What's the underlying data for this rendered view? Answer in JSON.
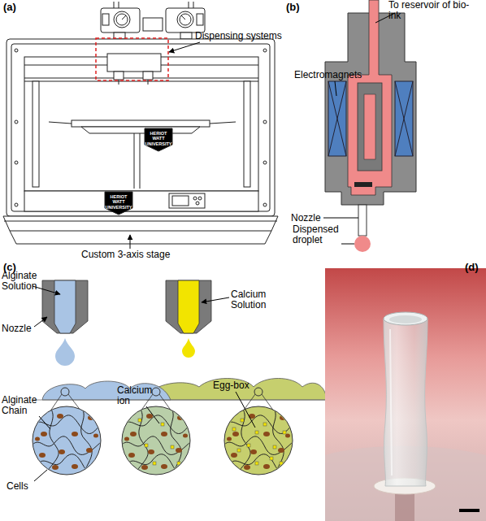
{
  "diagram": {
    "labels": [
      "(a)",
      "Dispensing systems",
      "HERIOT WATT UNIVERSITY",
      "HERIOT WATT UNIVERSITY",
      "Custom 3-axis stage",
      "(b)",
      "To reservoir of bio-ink",
      "Electromagnets",
      "Nozzle",
      "Dispensed droplet",
      "(c)",
      "Alginate Solution",
      "Calcium Solution",
      "Nozzle",
      "Alginate Chain",
      "Calcium ion",
      "Egg-box",
      "Cells",
      "(d)"
    ]
  }
}
